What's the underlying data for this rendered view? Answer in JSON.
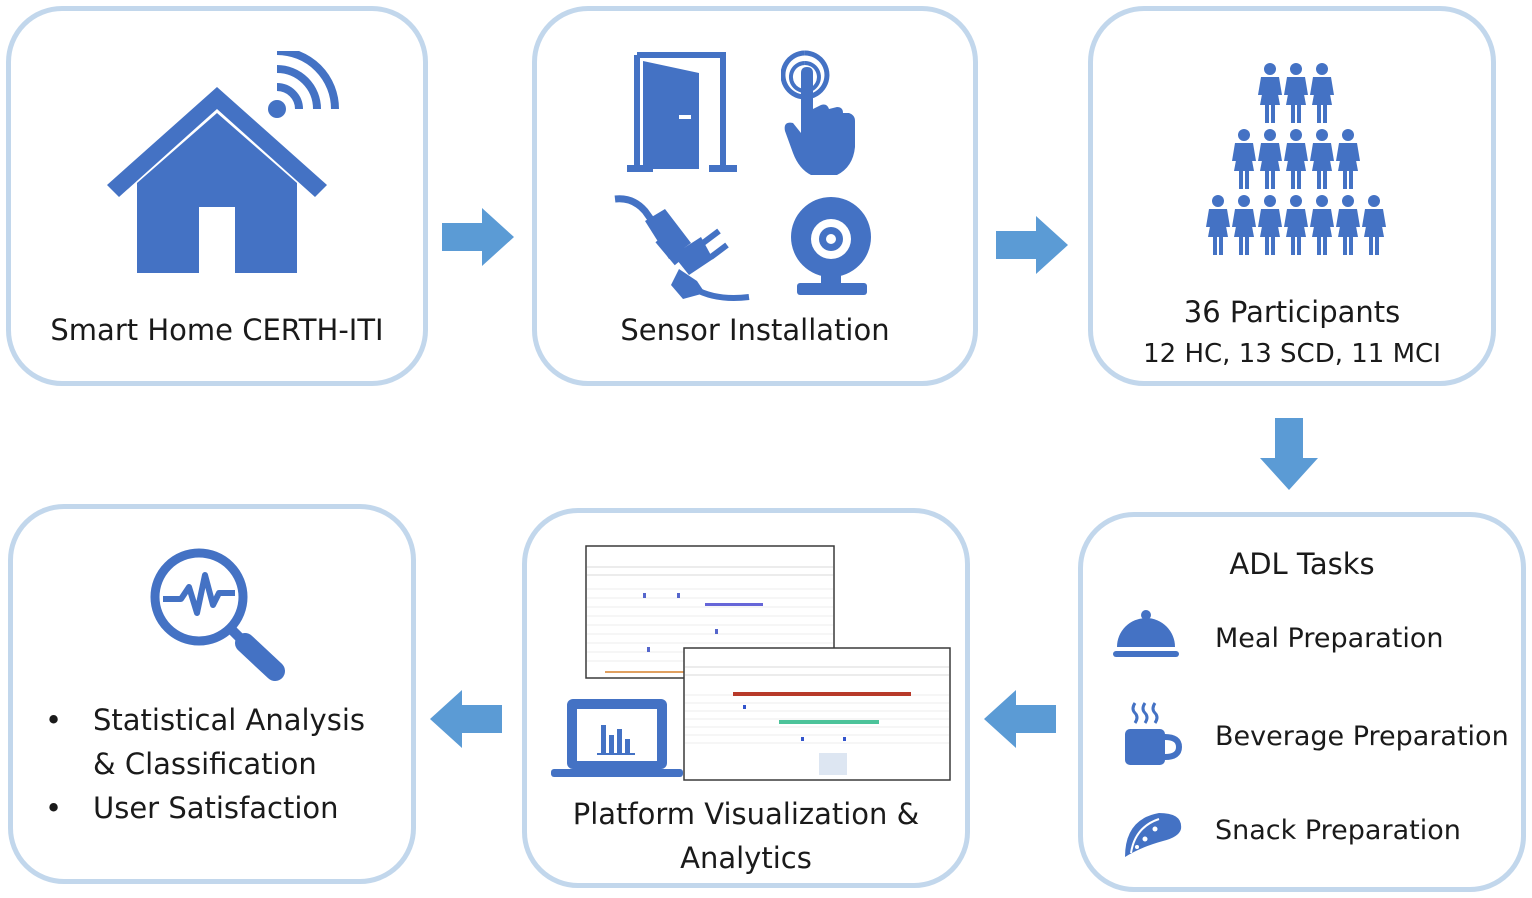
{
  "colors": {
    "icon": "#4472c4",
    "arrow": "#5b9bd5",
    "border": "#c2d7ec"
  },
  "boxes": {
    "smart_home": {
      "label": "Smart Home CERTH-ITI",
      "icon": "smart-home-wifi-icon"
    },
    "sensors": {
      "label": "Sensor Installation",
      "icons": [
        "door-icon",
        "touch-icon",
        "plug-icon",
        "webcam-icon"
      ]
    },
    "participants": {
      "title": "36 Participants",
      "subtitle": "12 HC, 13 SCD, 11 MCI",
      "icon": "people-pyramid-icon"
    },
    "adl": {
      "title": "ADL Tasks",
      "tasks": [
        {
          "label": "Meal Preparation",
          "icon": "cloche-icon"
        },
        {
          "label": "Beverage Preparation",
          "icon": "hot-mug-icon"
        },
        {
          "label": "Snack Preparation",
          "icon": "taco-icon"
        }
      ]
    },
    "platform": {
      "line1": "Platform Visualization &",
      "line2": "Analytics",
      "icon": "laptop-chart-icon"
    },
    "analysis": {
      "icon": "magnifier-pulse-icon",
      "bullets": [
        {
          "line1": "Statistical Analysis",
          "line2": "& Classification"
        },
        {
          "line1": "User Satisfaction"
        }
      ]
    }
  }
}
